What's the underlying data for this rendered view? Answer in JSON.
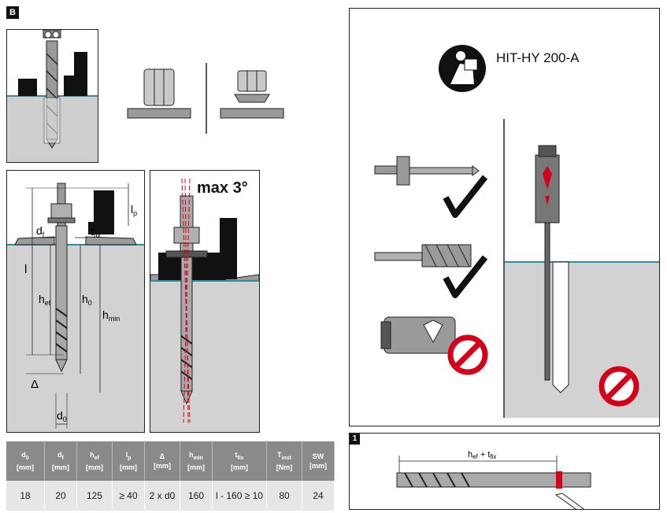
{
  "labels": {
    "section_b": "B",
    "step_1": "1"
  },
  "title": "HIT-HY 200-A",
  "max_angle": "max 3°",
  "dimension_labels": {
    "lp_l": "l",
    "lp_sub": "p",
    "df_d": "d",
    "df_sub": "f",
    "tfix_t": "t",
    "tfix_sub": "fix",
    "l": "l",
    "hef_h": "h",
    "hef_sub": "ef",
    "h0_h": "h",
    "h0_sub": "0",
    "hmin_h": "h",
    "hmin_sub": "min",
    "delta": "Δ",
    "d0_d": "d",
    "d0_sub": "0"
  },
  "step1_label": {
    "h": "h",
    "ef": "ef",
    "plus": " + t",
    "fix": "fix"
  },
  "table": {
    "headers": [
      {
        "sym": "d",
        "sub": "0",
        "unit": "[mm]"
      },
      {
        "sym": "d",
        "sub": "f",
        "unit": "[mm]"
      },
      {
        "sym": "h",
        "sub": "ef",
        "unit": "[mm]"
      },
      {
        "sym": "l",
        "sub": "p",
        "unit": "[mm]"
      },
      {
        "sym": "Δ",
        "sub": "",
        "unit": "[mm]"
      },
      {
        "sym": "h",
        "sub": "min",
        "unit": "[mm]"
      },
      {
        "sym": "t",
        "sub": "fix",
        "unit": "[mm]"
      },
      {
        "sym": "T",
        "sub": "inst",
        "unit": "[Nm]"
      },
      {
        "sym": "SW",
        "sub": "",
        "unit": "[mm]"
      }
    ],
    "row": [
      "18",
      "20",
      "125",
      "≥ 40",
      "2 x d0",
      "160",
      "l - 160 ≥ 10",
      "80",
      "24"
    ]
  },
  "colors": {
    "concrete": "#cfcfcf",
    "water_line": "#2a8ea0",
    "prohibit": "#d4001a",
    "dark": "#111111",
    "steel": "#a9a9a9"
  },
  "icons": [
    "drill-icon",
    "read-instructions-icon",
    "hammer-drill-icon",
    "check-icon",
    "diamond-core-drill-icon",
    "prohibited-icon",
    "blow-pump-icon"
  ]
}
